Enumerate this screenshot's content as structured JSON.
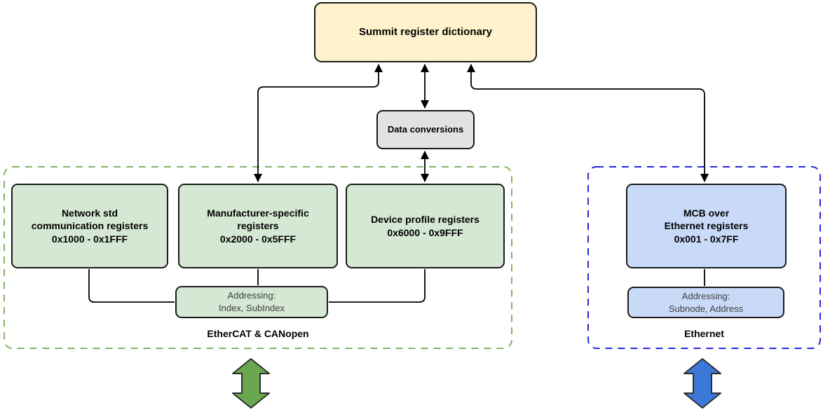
{
  "colors": {
    "canvas-bg": "#ffffff",
    "summit-fill": "#FFF2CC",
    "gray-fill": "#E2E2E2",
    "green-fill": "#D5E8D4",
    "green-dash": "#82B366",
    "blue-fill": "#C9DAF8",
    "blue-dash": "#2727DE",
    "green-arrow": "#6AA84F",
    "blue-arrow": "#3C78D8",
    "stroke-dark": "#1A1A1A",
    "line": "#000000"
  },
  "summit_box": {
    "label": "Summit register dictionary"
  },
  "data_conversions_box": {
    "label": "Data conversions"
  },
  "ethercat_group": {
    "label": "EtherCAT & CANopen",
    "network_box": {
      "label": "Network std\ncommunication registers\n0x1000 - 0x1FFF"
    },
    "manufacturer_box": {
      "label": "Manufacturer-specific\nregisters\n0x2000 - 0x5FFF"
    },
    "device_box": {
      "label": "Device profile registers\n0x6000 - 0x9FFF"
    },
    "addressing_box": {
      "label": "Addressing:\nIndex, SubIndex"
    }
  },
  "ethernet_group": {
    "label": "Ethernet",
    "mcb_box": {
      "label": "MCB over\nEthernet registers\n0x001 - 0x7FF"
    },
    "addressing_box": {
      "label": "Addressing:\nSubnode, Address"
    }
  }
}
